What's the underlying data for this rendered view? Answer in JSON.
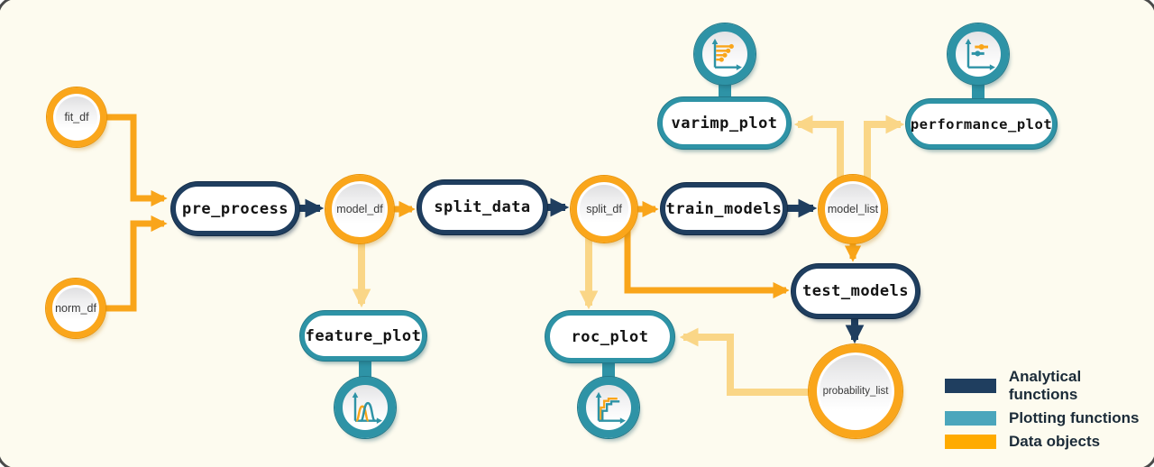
{
  "diagram": {
    "background_color": "#FDFBEF",
    "colors": {
      "analytical_function": "#1F3E5F",
      "plotting_function": "#2E93A6",
      "data_object_ring": "#FAA61B",
      "data_flow_strong": "#F9A51A",
      "data_flow_light": "#FAD687"
    },
    "nodes": {
      "fit_df": {
        "label": "fit_df",
        "type": "data-object"
      },
      "norm_df": {
        "label": "norm_df",
        "type": "data-object"
      },
      "pre_process": {
        "label": "pre_process",
        "type": "analytical-function"
      },
      "model_df": {
        "label": "model_df",
        "type": "data-object"
      },
      "split_data": {
        "label": "split_data",
        "type": "analytical-function"
      },
      "split_df": {
        "label": "split_df",
        "type": "data-object"
      },
      "train_models": {
        "label": "train_models",
        "type": "analytical-function"
      },
      "model_list": {
        "label": "model_list",
        "type": "data-object"
      },
      "varimp_plot": {
        "label": "varimp_plot",
        "type": "plotting-function",
        "icon": "horizontal-lollipop-chart"
      },
      "performance_plot": {
        "label": "performance_plot",
        "type": "plotting-function",
        "icon": "pointrange-chart"
      },
      "test_models": {
        "label": "test_models",
        "type": "analytical-function"
      },
      "probability_list": {
        "label": "probability_list",
        "type": "data-object"
      },
      "feature_plot": {
        "label": "feature_plot",
        "type": "plotting-function",
        "icon": "density-curves-chart"
      },
      "roc_plot": {
        "label": "roc_plot",
        "type": "plotting-function",
        "icon": "roc-step-curves-chart"
      }
    },
    "edges": [
      {
        "from": "fit_df",
        "to": "pre_process",
        "color": "data_flow_strong"
      },
      {
        "from": "norm_df",
        "to": "pre_process",
        "color": "data_flow_strong"
      },
      {
        "from": "pre_process",
        "to": "model_df",
        "color": "analytical_function"
      },
      {
        "from": "model_df",
        "to": "split_data",
        "color": "data_flow_strong"
      },
      {
        "from": "split_data",
        "to": "split_df",
        "color": "analytical_function"
      },
      {
        "from": "split_df",
        "to": "train_models",
        "color": "data_flow_strong"
      },
      {
        "from": "train_models",
        "to": "model_list",
        "color": "analytical_function"
      },
      {
        "from": "model_list",
        "to": "varimp_plot",
        "color": "data_flow_light"
      },
      {
        "from": "model_list",
        "to": "performance_plot",
        "color": "data_flow_light"
      },
      {
        "from": "model_list",
        "to": "test_models",
        "color": "data_flow_strong"
      },
      {
        "from": "split_df",
        "to": "test_models",
        "color": "data_flow_strong"
      },
      {
        "from": "split_df",
        "to": "roc_plot",
        "color": "data_flow_light"
      },
      {
        "from": "model_df",
        "to": "feature_plot",
        "color": "data_flow_light"
      },
      {
        "from": "test_models",
        "to": "probability_list",
        "color": "analytical_function"
      },
      {
        "from": "probability_list",
        "to": "roc_plot",
        "color": "data_flow_light"
      }
    ],
    "legend": {
      "items": [
        {
          "label": "Analytical functions",
          "color": "#1F3E5F"
        },
        {
          "label": "Plotting functions",
          "color": "#4BA6BC"
        },
        {
          "label": "Data objects",
          "color": "#FFAB00"
        }
      ]
    }
  }
}
